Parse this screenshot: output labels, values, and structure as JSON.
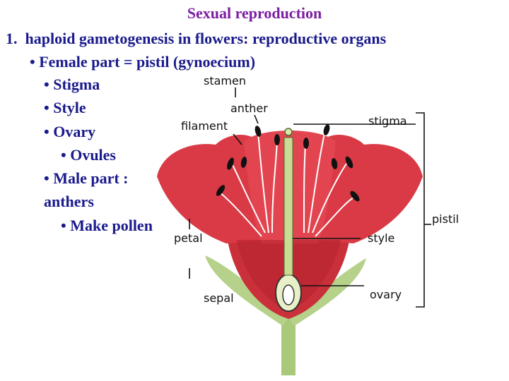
{
  "title": "Sexual reproduction",
  "heading": {
    "number": "1.",
    "text": "haploid gametogenesis in flowers: reproductive organs"
  },
  "bullets": [
    {
      "text": "Female part = pistil (gynoecium)"
    },
    {
      "text": "Stigma"
    },
    {
      "text": "Style"
    },
    {
      "text": "Ovary"
    },
    {
      "text": "Ovules"
    },
    {
      "text": "Male part :"
    },
    {
      "text": "anthers"
    },
    {
      "text": "Make pollen"
    }
  ],
  "bullet_symbol": "•",
  "labels": {
    "stamen": "stamen",
    "anther": "anther",
    "filament": "filament",
    "stigma": "stigma",
    "pistil": "pistil",
    "petal": "petal",
    "style": "style",
    "sepal": "sepal",
    "ovary": "ovary"
  },
  "colors": {
    "title": "#7b1fa2",
    "text": "#1a1a8c",
    "petal": "#d93a45",
    "sepal": "#b5d18a",
    "stem": "#a8c97a"
  }
}
